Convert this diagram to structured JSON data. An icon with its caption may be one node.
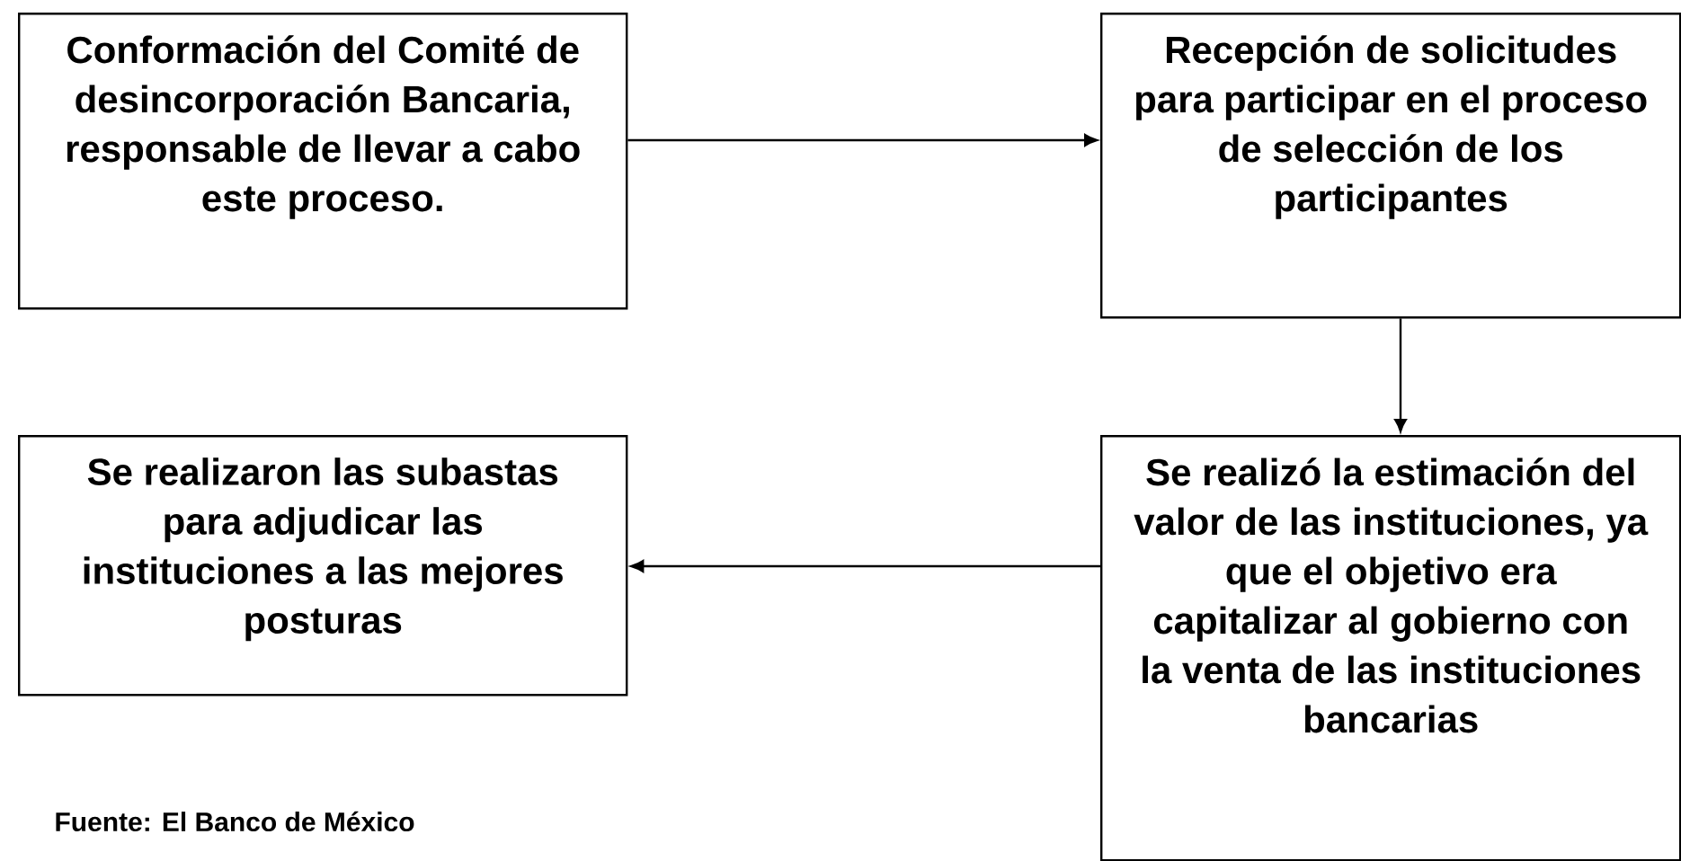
{
  "diagram": {
    "caption": "Fuente: El Banco de México",
    "nodes": [
      {
        "text": [
          "Conformación del Comité de desincorporación Bancaria, responsable de llevar a cabo este proceso."
        ]
      },
      {
        "text": [
          "Recepción de solicitudes para participar en el proceso de selección de los participantes"
        ]
      },
      {
        "text": [
          "Se realizó la estimación del valor de las instituciones, ya que el objetivo era capitalizar al gobierno con la venta de las instituciones bancarias"
        ]
      },
      {
        "text": [
          "Se realizaron las subastas para adjudicar las instituciones a las mejores posturas"
        ]
      }
    ],
    "edges": [
      {
        "from": 0,
        "to": 1,
        "arrow": "to"
      },
      {
        "from": 1,
        "to": 2,
        "arrow": "to"
      },
      {
        "from": 2,
        "to": 3,
        "arrow": "to"
      }
    ]
  }
}
